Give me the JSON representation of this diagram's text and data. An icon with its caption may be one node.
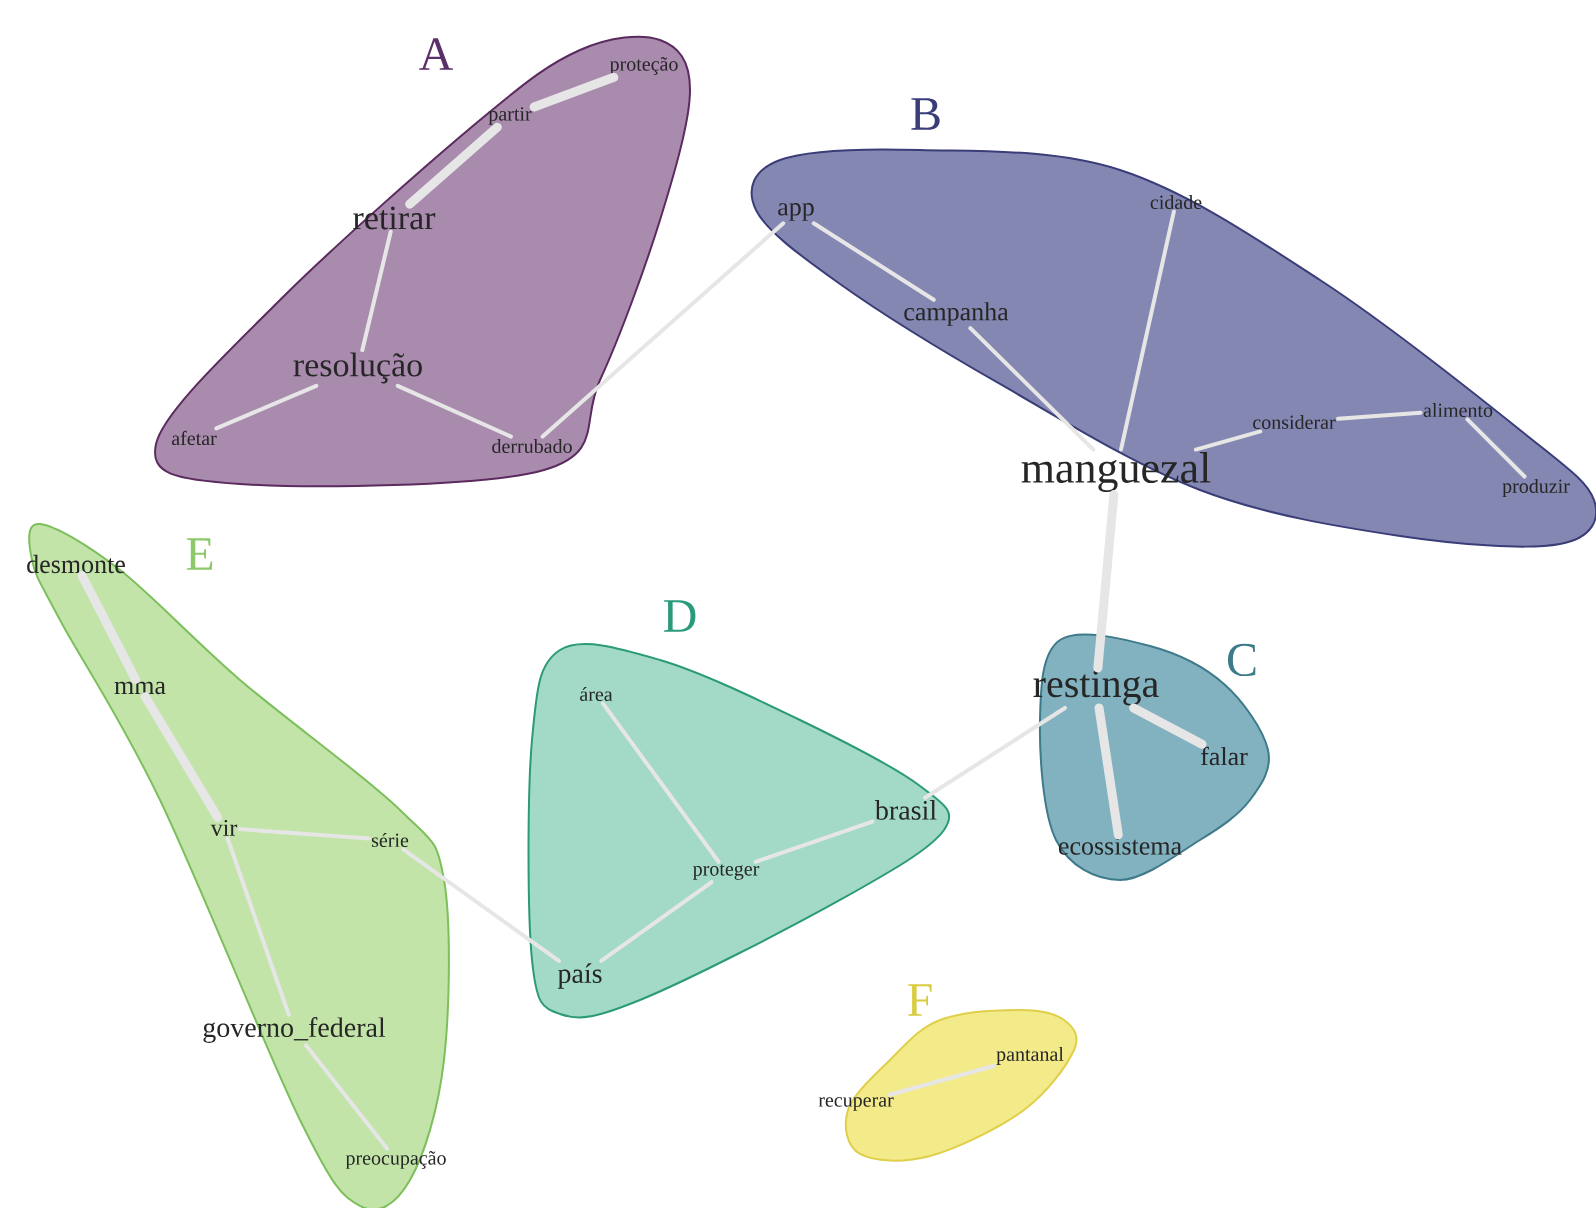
{
  "diagram": {
    "nodes": [
      {
        "text": [
          "A"
        ]
      },
      {
        "text": [
          "proteção"
        ],
        "in": 0
      },
      {
        "text": [
          "partir"
        ],
        "in": 0
      },
      {
        "text": [
          "retirar"
        ],
        "in": 0
      },
      {
        "text": [
          "resolução"
        ],
        "in": 0
      },
      {
        "text": [
          "afetar"
        ],
        "in": 0
      },
      {
        "text": [
          "derrubado"
        ],
        "in": 0
      },
      {
        "text": [
          "B"
        ]
      },
      {
        "text": [
          "app"
        ],
        "in": 7
      },
      {
        "text": [
          "cidade"
        ],
        "in": 7
      },
      {
        "text": [
          "campanha"
        ],
        "in": 7
      },
      {
        "text": [
          "considerar"
        ],
        "in": 7
      },
      {
        "text": [
          "alimento"
        ],
        "in": 7
      },
      {
        "text": [
          "manguezal"
        ],
        "in": 7
      },
      {
        "text": [
          "produzir"
        ],
        "in": 7
      },
      {
        "text": [
          "E"
        ]
      },
      {
        "text": [
          "desmonte"
        ],
        "in": 15
      },
      {
        "text": [
          "mma"
        ],
        "in": 15
      },
      {
        "text": [
          "vir"
        ],
        "in": 15
      },
      {
        "text": [
          "série"
        ],
        "in": 15
      },
      {
        "text": [
          "governo_federal"
        ],
        "in": 15
      },
      {
        "text": [
          "preocupação"
        ],
        "in": 15
      },
      {
        "text": [
          "D"
        ]
      },
      {
        "text": [
          "área"
        ],
        "in": 22
      },
      {
        "text": [
          "proteger"
        ],
        "in": 22
      },
      {
        "text": [
          "brasil"
        ],
        "in": 22
      },
      {
        "text": [
          "país"
        ],
        "in": 22
      },
      {
        "text": [
          "C"
        ]
      },
      {
        "text": [
          "restinga"
        ],
        "in": 27
      },
      {
        "text": [
          "falar"
        ],
        "in": 27
      },
      {
        "text": [
          "ecossistema"
        ],
        "in": 27
      },
      {
        "text": [
          "F"
        ]
      },
      {
        "text": [
          "pantanal"
        ],
        "in": 31
      },
      {
        "text": [
          "recuperar"
        ],
        "in": 31
      }
    ],
    "edges": [
      {
        "from": 1,
        "to": 2,
        "arrow": "none",
        "style": "thick"
      },
      {
        "from": 2,
        "to": 3,
        "arrow": "none",
        "style": "thick"
      },
      {
        "from": 3,
        "to": 4,
        "arrow": "none"
      },
      {
        "from": 4,
        "to": 5,
        "arrow": "none"
      },
      {
        "from": 4,
        "to": 6,
        "arrow": "none"
      },
      {
        "from": 6,
        "to": 8,
        "arrow": "none"
      },
      {
        "from": 8,
        "to": 10,
        "arrow": "none"
      },
      {
        "from": 10,
        "to": 13,
        "arrow": "none"
      },
      {
        "from": 9,
        "to": 13,
        "arrow": "none"
      },
      {
        "from": 13,
        "to": 11,
        "arrow": "none"
      },
      {
        "from": 11,
        "to": 12,
        "arrow": "none"
      },
      {
        "from": 12,
        "to": 14,
        "arrow": "none"
      },
      {
        "from": 13,
        "to": 28,
        "arrow": "none",
        "style": "thick"
      },
      {
        "from": 28,
        "to": 29,
        "arrow": "none",
        "style": "thick"
      },
      {
        "from": 28,
        "to": 30,
        "arrow": "none",
        "style": "thick"
      },
      {
        "from": 28,
        "to": 25,
        "arrow": "none"
      },
      {
        "from": 25,
        "to": 24,
        "arrow": "none"
      },
      {
        "from": 23,
        "to": 24,
        "arrow": "none"
      },
      {
        "from": 24,
        "to": 26,
        "arrow": "none"
      },
      {
        "from": 26,
        "to": 19,
        "arrow": "none"
      },
      {
        "from": 19,
        "to": 18,
        "arrow": "none"
      },
      {
        "from": 18,
        "to": 17,
        "arrow": "none",
        "style": "thick"
      },
      {
        "from": 17,
        "to": 16,
        "arrow": "none",
        "style": "thick"
      },
      {
        "from": 18,
        "to": 20,
        "arrow": "none"
      },
      {
        "from": 20,
        "to": 21,
        "arrow": "none"
      },
      {
        "from": 33,
        "to": 32,
        "arrow": "none"
      }
    ]
  }
}
